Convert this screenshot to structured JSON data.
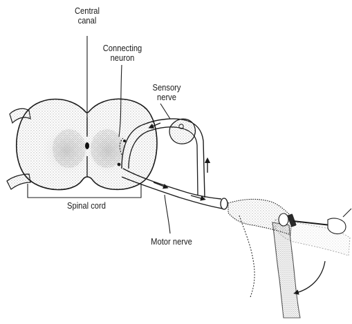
{
  "diagram": {
    "labels": {
      "central_canal": "Central\ncanal",
      "connecting_neuron": "Connecting\nneuron",
      "sensory_nerve": "Sensory\nnerve",
      "spinal_cord": "Spinal cord",
      "motor_nerve": "Motor nerve"
    },
    "colors": {
      "ink": "#1a1a1a",
      "stipple": "#7a7a7a",
      "background": "#ffffff"
    }
  }
}
